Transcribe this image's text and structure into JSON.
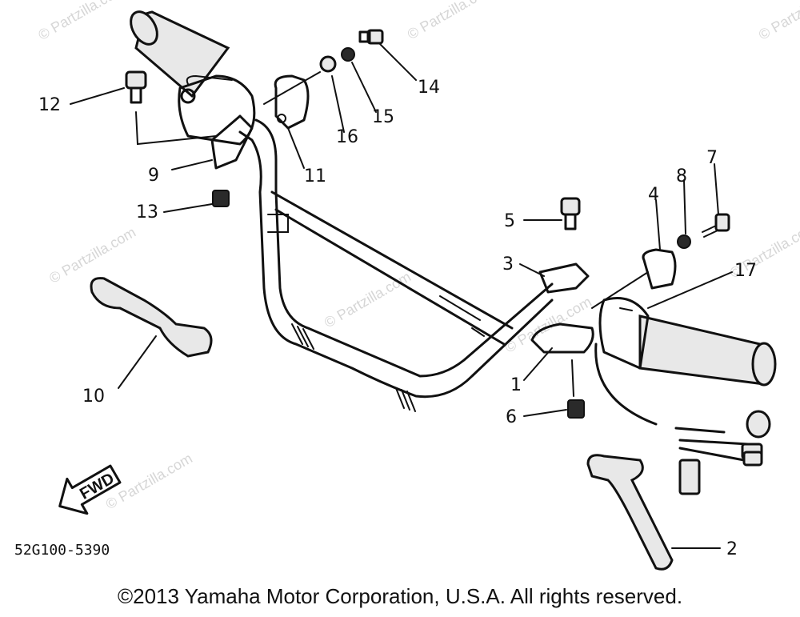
{
  "watermark": "© Partzilla.com",
  "fwd_label": "FWD",
  "diagram_code": "52G100-5390",
  "copyright": "©2013 Yamaha Motor Corporation, U.S.A. All rights reserved.",
  "callouts": {
    "p1": "1",
    "p2": "2",
    "p3": "3",
    "p4": "4",
    "p5": "5",
    "p6": "6",
    "p7": "7",
    "p8": "8",
    "p9": "9",
    "p10": "10",
    "p11": "11",
    "p12": "12",
    "p13": "13",
    "p14": "14",
    "p15": "15",
    "p16": "16",
    "p17": "17"
  }
}
